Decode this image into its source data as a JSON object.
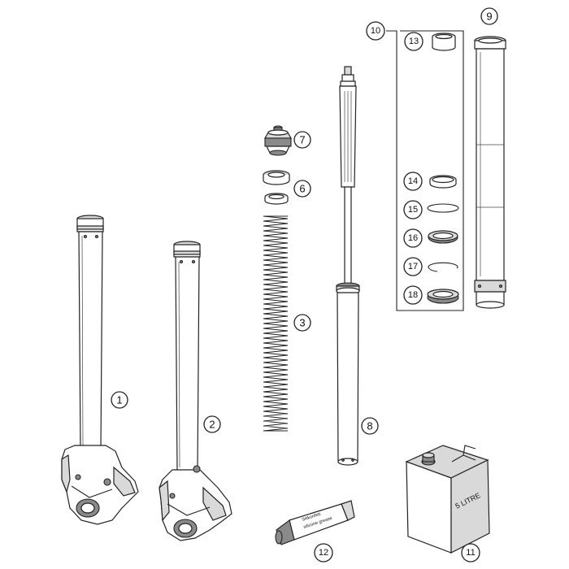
{
  "callouts": [
    {
      "id": "c1",
      "label": "1"
    },
    {
      "id": "c2",
      "label": "2"
    },
    {
      "id": "c3",
      "label": "3"
    },
    {
      "id": "c6",
      "label": "6"
    },
    {
      "id": "c7",
      "label": "7"
    },
    {
      "id": "c8",
      "label": "8"
    },
    {
      "id": "c9",
      "label": "9"
    },
    {
      "id": "c10",
      "label": "10"
    },
    {
      "id": "c11",
      "label": "11"
    },
    {
      "id": "c12",
      "label": "12"
    },
    {
      "id": "c13",
      "label": "13"
    },
    {
      "id": "c14",
      "label": "14"
    },
    {
      "id": "c15",
      "label": "15"
    },
    {
      "id": "c16",
      "label": "16"
    },
    {
      "id": "c17",
      "label": "17"
    },
    {
      "id": "c18",
      "label": "18"
    }
  ],
  "can_label": "5 LITRE",
  "tube_label_line1": "Silikonfett",
  "tube_label_line2": "silicone grease"
}
